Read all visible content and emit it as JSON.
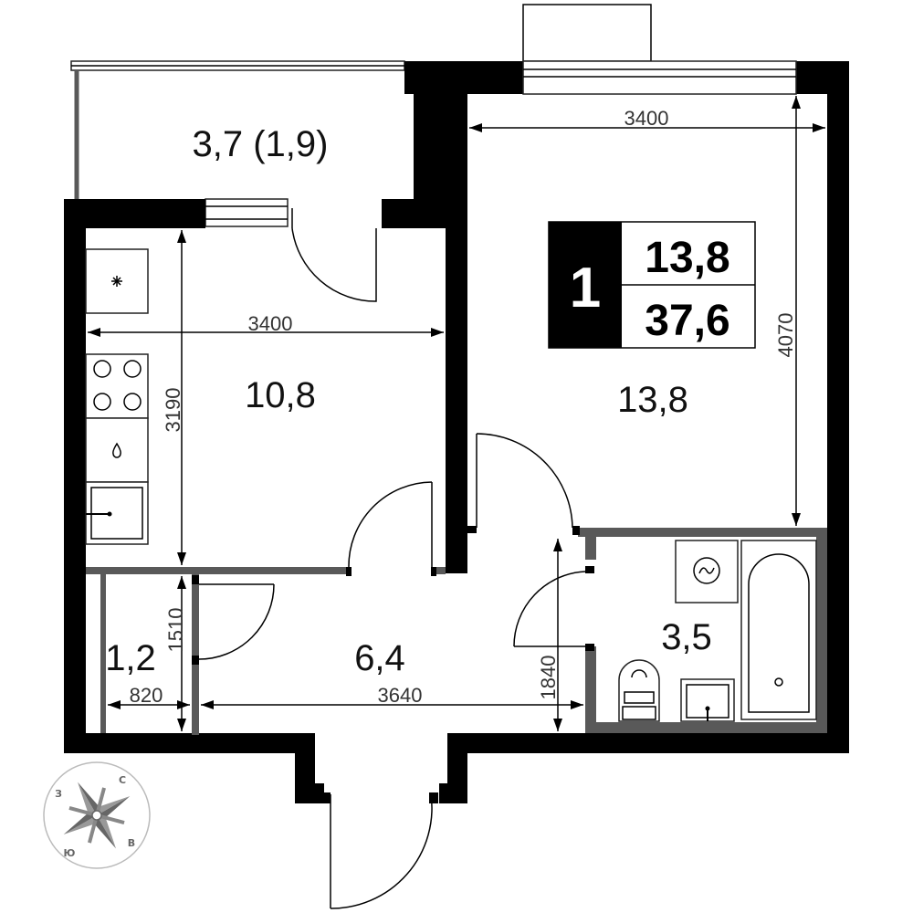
{
  "rooms": {
    "loggia": "3,7 (1,9)",
    "kitchen": "10,8",
    "living": "13,8",
    "hall": "6,4",
    "closet": "1,2",
    "bathroom": "3,5"
  },
  "badge": {
    "rooms_count": "1",
    "living_area": "13,8",
    "total_area": "37,6"
  },
  "dimensions": {
    "kitchen_width": "3400",
    "living_width": "3400",
    "living_depth": "4070",
    "kitchen_depth": "3190",
    "closet_depth": "1510",
    "closet_width": "820",
    "hall_width": "3640",
    "bath_depth": "1840"
  },
  "compass": {
    "west": "З",
    "north": "С",
    "south": "Ю",
    "east": "В"
  },
  "colors": {
    "wall": "#000000",
    "partition": "#595959",
    "dimension": "#333333"
  }
}
